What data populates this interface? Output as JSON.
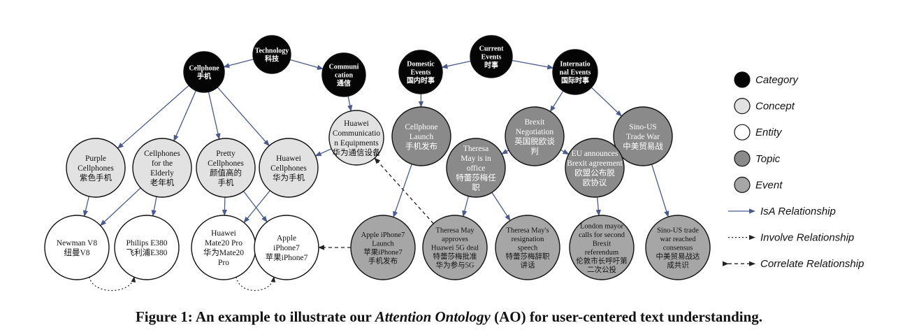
{
  "nodes": {
    "technology": {
      "lines": [
        "Technology",
        "科技"
      ],
      "type": "category"
    },
    "cellphone": {
      "lines": [
        "Cellphone",
        "手机"
      ],
      "type": "category"
    },
    "communication": {
      "lines": [
        "Communi",
        "cation",
        "通信"
      ],
      "type": "category"
    },
    "current_events": {
      "lines": [
        "Current",
        "Events",
        "时事"
      ],
      "type": "category"
    },
    "domestic_events": {
      "lines": [
        "Domestic",
        "Events",
        "国内时事"
      ],
      "type": "category"
    },
    "international_events": {
      "lines": [
        "Internatio",
        "nal Events",
        "国际时事"
      ],
      "type": "category"
    },
    "huawei_comm_equip": {
      "lines": [
        "Huawei",
        "Communicatio",
        "n Equipments",
        "华为通信设备"
      ],
      "type": "concept"
    },
    "purple_cellphones": {
      "lines": [
        "Purple",
        "Cellphones",
        "紫色手机"
      ],
      "type": "concept"
    },
    "cellphones_elderly": {
      "lines": [
        "Cellphones",
        "for the",
        "Elderly",
        "老年机"
      ],
      "type": "concept"
    },
    "pretty_cellphones": {
      "lines": [
        "Pretty",
        "Cellphones",
        "颜值高的",
        "手机"
      ],
      "type": "concept"
    },
    "huawei_cellphones": {
      "lines": [
        "Huawei",
        "Cellphones",
        "华为手机"
      ],
      "type": "concept"
    },
    "cellphone_launch": {
      "lines": [
        "Cellphone",
        "Launch",
        "手机发布"
      ],
      "type": "topic"
    },
    "brexit_negotiation": {
      "lines": [
        "Brexit",
        "Negotiation",
        "英国脱欧谈",
        "判"
      ],
      "type": "topic"
    },
    "sino_us_trade_war": {
      "lines": [
        "Sino-US",
        "Trade War",
        "中美贸易战"
      ],
      "type": "topic"
    },
    "theresa_may_office": {
      "lines": [
        "Theresa",
        "May is in",
        "office",
        "特蕾莎梅任",
        "职"
      ],
      "type": "topic"
    },
    "eu_brexit_agreement": {
      "lines": [
        "EU announces",
        "Brexit agreement",
        "欧盟公布脱",
        "欧协议"
      ],
      "type": "topic"
    },
    "newman_v8": {
      "lines": [
        "Newman V8",
        "纽曼V8"
      ],
      "type": "entity"
    },
    "philips_e380": {
      "lines": [
        "Philips E380",
        "飞利浦E380"
      ],
      "type": "entity"
    },
    "huawei_mate20": {
      "lines": [
        "Huawei",
        "Mate20 Pro",
        "华为Mate20",
        "Pro"
      ],
      "type": "entity"
    },
    "apple_iphone7": {
      "lines": [
        "Apple",
        "iPhone7",
        "苹果iPhone7"
      ],
      "type": "entity"
    },
    "iphone7_launch": {
      "lines": [
        "Apple iPhone7",
        "Launch",
        "苹果iPhone7",
        "手机发布"
      ],
      "type": "event"
    },
    "may_approves_5g": {
      "lines": [
        "Theresa May",
        "approves",
        "Huawei 5G deal",
        "特蕾莎梅批准",
        "华为参与5G"
      ],
      "type": "event"
    },
    "may_resignation": {
      "lines": [
        "Theresa May's",
        "resignation",
        "speech",
        "特蕾莎梅辞职",
        "讲话"
      ],
      "type": "event"
    },
    "london_mayor": {
      "lines": [
        "London mayor",
        "calls for second",
        "Brexit",
        "referendum",
        "伦敦市长呼吁第",
        "二次公投"
      ],
      "type": "event"
    },
    "sino_us_consensus": {
      "lines": [
        "Sino-US trade",
        "war reached",
        "consensus",
        "中美贸易战达",
        "成共识"
      ],
      "type": "event"
    }
  },
  "legend": [
    {
      "type": "category",
      "label": "Category"
    },
    {
      "type": "concept",
      "label": "Concept"
    },
    {
      "type": "entity",
      "label": "Entity"
    },
    {
      "type": "topic",
      "label": "Topic"
    },
    {
      "type": "event",
      "label": "Event"
    },
    {
      "type": "isa",
      "label": "IsA Relationship"
    },
    {
      "type": "involve",
      "label": "Involve Relationship"
    },
    {
      "type": "correlate",
      "label": "Correlate Relationship"
    }
  ],
  "caption": {
    "prefix": "Figure 1: An example to illustrate our ",
    "emphasis": "Attention Ontology",
    "suffix": " (AO) for user-centered text understanding."
  },
  "colors": {
    "category": "#050505",
    "concept": "#e2e2e2",
    "entity": "#ffffff",
    "topic": "#8a8a8a",
    "event": "#a6a6a6",
    "isa_edge": "#4a5a8c",
    "other_edge": "#222222"
  }
}
